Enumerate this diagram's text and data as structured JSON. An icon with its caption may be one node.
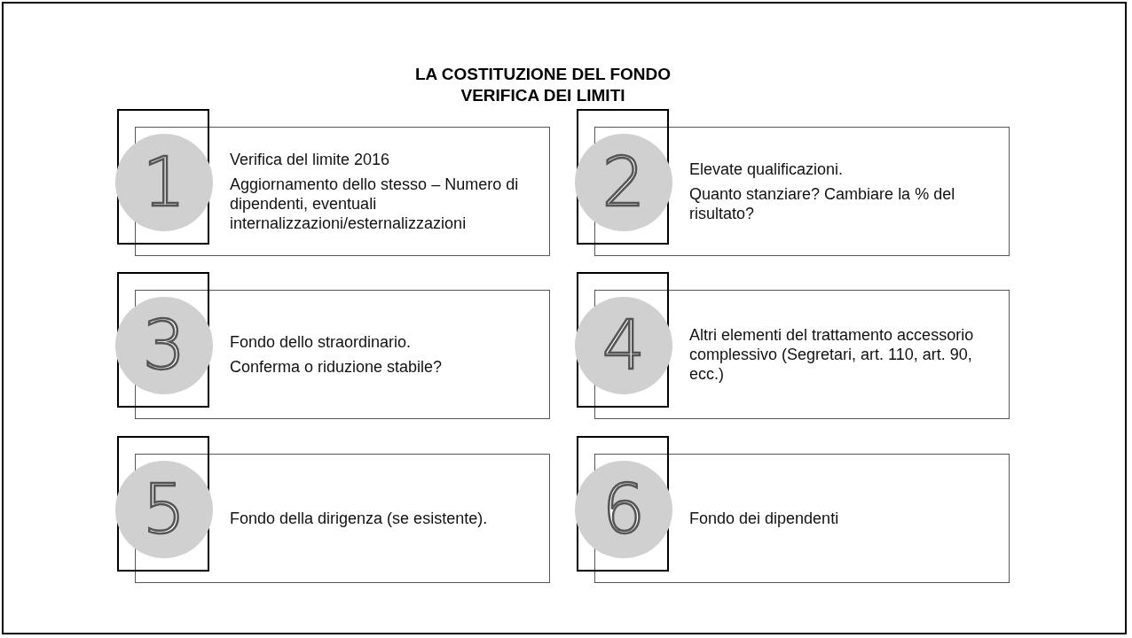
{
  "diagram": {
    "title": "LA COSTITUZIONE DEL FONDO VERIFICA DEI LIMITI",
    "nodes": [
      {
        "text": [
          "1"
        ]
      },
      {
        "text": [
          "Verifica del limite 2016",
          "Aggiornamento dello stesso – Numero di dipendenti, eventuali internalizzazioni/esternalizzazioni"
        ]
      },
      {
        "text": [
          "2"
        ]
      },
      {
        "text": [
          "Elevate qualificazioni.",
          "Quanto stanziare? Cambiare la % del risultato?"
        ]
      },
      {
        "text": [
          "3"
        ]
      },
      {
        "text": [
          "Fondo dello straordinario.",
          "Conferma o riduzione stabile?"
        ]
      },
      {
        "text": [
          "4"
        ]
      },
      {
        "text": [
          "Altri elementi del trattamento accessorio complessivo (Segretari, art. 110, art. 90, ecc.)"
        ]
      },
      {
        "text": [
          "5"
        ]
      },
      {
        "text": [
          "Fondo della dirigenza (se esistente)."
        ]
      },
      {
        "text": [
          "6"
        ]
      },
      {
        "text": [
          "Fondo dei dipendenti"
        ]
      }
    ]
  }
}
